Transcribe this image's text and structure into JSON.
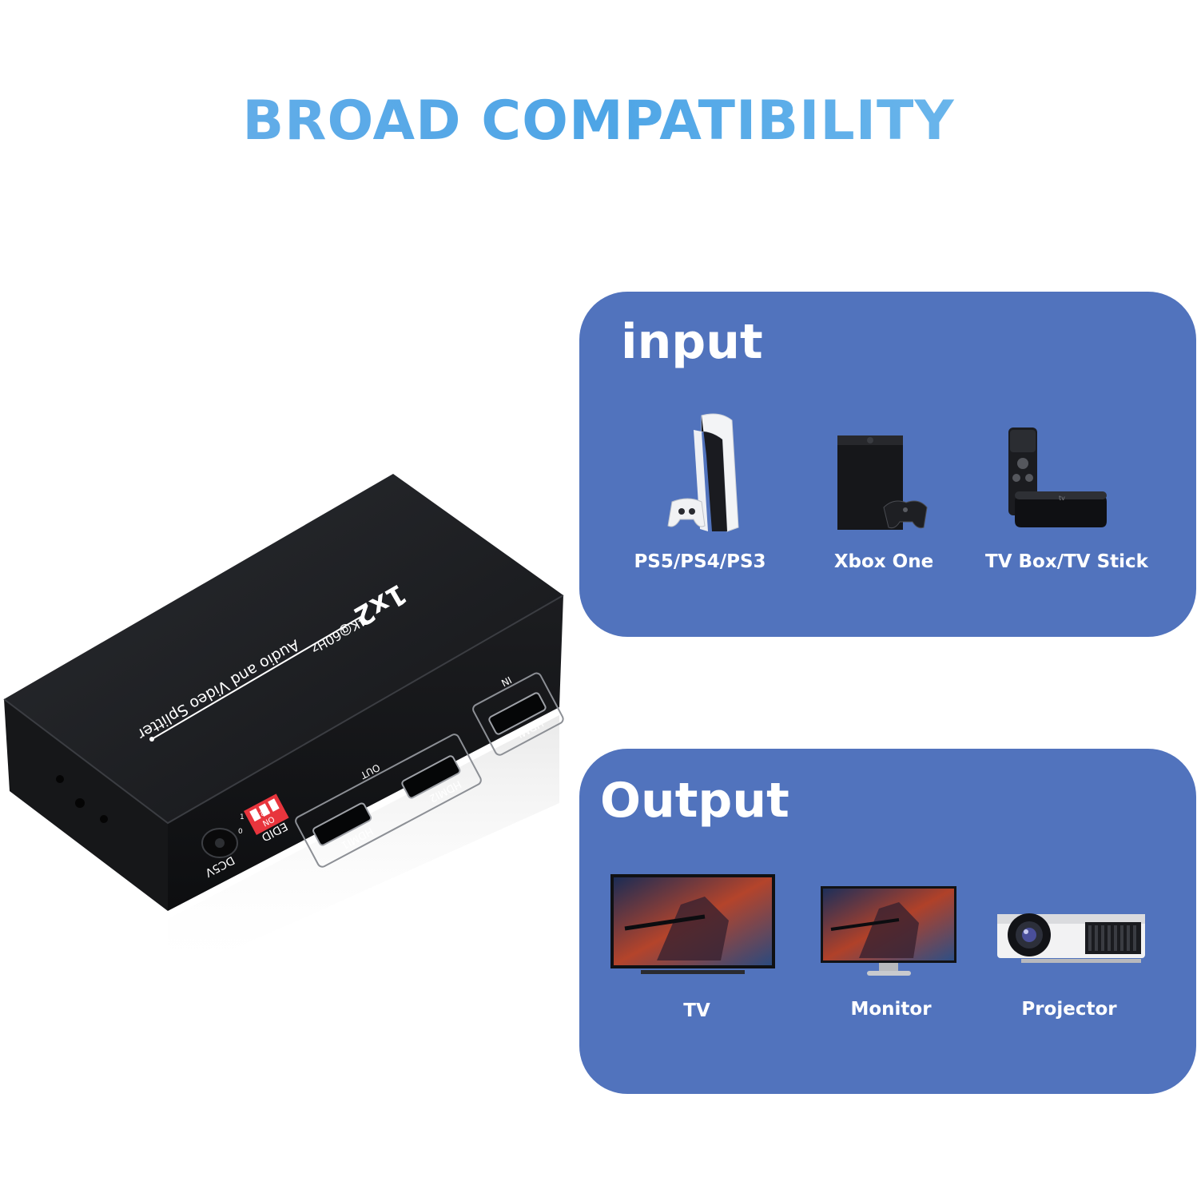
{
  "headline": "BROAD COMPATIBILITY",
  "device": {
    "model": "1x2",
    "spec": "4K@60Hz",
    "name": "Audio and Video Splitter",
    "port_in_tag": "IN",
    "port_in_label": "HDMI",
    "port_out_tag": "OUT",
    "port_out1_label": "HDMI1",
    "port_out2_label": "HDMI2",
    "edid_label": "EDID",
    "switch_on": "ON",
    "switch_nums": "1 2 3",
    "switch_1": "1",
    "switch_0": "0",
    "power_label": "DC5V"
  },
  "input_panel": {
    "title": "input",
    "items": [
      {
        "label": "PS5/PS4/PS3",
        "icon": "playstation-console-icon"
      },
      {
        "label": "Xbox One",
        "icon": "xbox-console-icon"
      },
      {
        "label": "TV Box/TV Stick",
        "icon": "tv-box-icon"
      }
    ]
  },
  "output_panel": {
    "title": "Output",
    "items": [
      {
        "label": "TV",
        "icon": "tv-icon"
      },
      {
        "label": "Monitor",
        "icon": "monitor-icon"
      },
      {
        "label": "Projector",
        "icon": "projector-icon"
      }
    ]
  },
  "colors": {
    "panel": "#5173bd",
    "headline": "#5aa9e6",
    "device_body": "#1d1f22",
    "edid_switch": "#e8353d"
  }
}
